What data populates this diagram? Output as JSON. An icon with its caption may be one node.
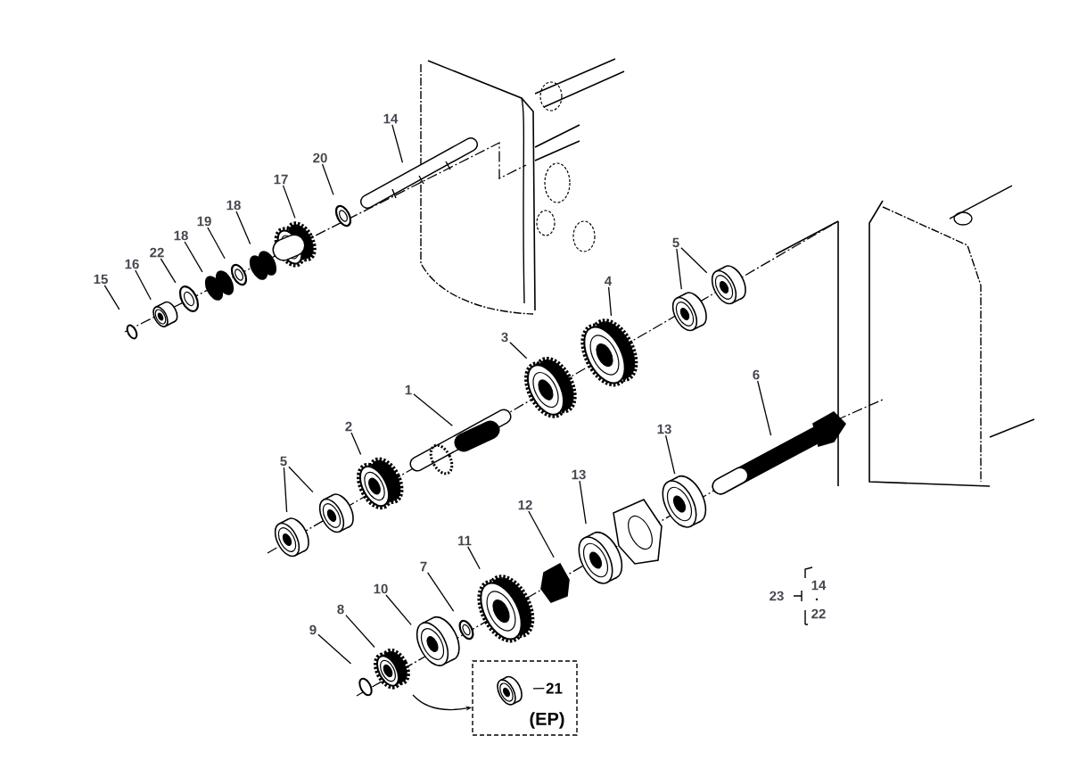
{
  "diagram": {
    "nodes": [
      {
        "text": [
          "14"
        ]
      },
      {
        "text": [
          "20"
        ]
      },
      {
        "text": [
          "17"
        ]
      },
      {
        "text": [
          "18"
        ]
      },
      {
        "text": [
          "19"
        ]
      },
      {
        "text": [
          "18"
        ]
      },
      {
        "text": [
          "22"
        ]
      },
      {
        "text": [
          "16"
        ]
      },
      {
        "text": [
          "15"
        ]
      },
      {
        "text": [
          "5"
        ]
      },
      {
        "text": [
          "4"
        ]
      },
      {
        "text": [
          "3"
        ]
      },
      {
        "text": [
          "6"
        ]
      },
      {
        "text": [
          "1"
        ]
      },
      {
        "text": [
          "2"
        ]
      },
      {
        "text": [
          "13"
        ]
      },
      {
        "text": [
          "5"
        ]
      },
      {
        "text": [
          "13"
        ]
      },
      {
        "text": [
          "12"
        ]
      },
      {
        "text": [
          "11"
        ]
      },
      {
        "text": [
          "7"
        ]
      },
      {
        "text": [
          "10"
        ]
      },
      {
        "text": [
          "8"
        ]
      },
      {
        "text": [
          "9"
        ]
      },
      {
        "text": [
          "(EP)"
        ]
      },
      {
        "text": [
          "21"
        ],
        "in": 24
      }
    ],
    "edges": [
      {
        "from": 0,
        "to": null,
        "arrow": "none"
      },
      {
        "from": 1,
        "to": null,
        "arrow": "none"
      },
      {
        "from": 2,
        "to": null,
        "arrow": "none"
      },
      {
        "from": 3,
        "to": null,
        "arrow": "none"
      },
      {
        "from": 4,
        "to": null,
        "arrow": "none"
      },
      {
        "from": 5,
        "to": null,
        "arrow": "none"
      },
      {
        "from": 6,
        "to": null,
        "arrow": "none"
      },
      {
        "from": 7,
        "to": null,
        "arrow": "none"
      },
      {
        "from": 8,
        "to": null,
        "arrow": "none"
      },
      {
        "from": 9,
        "to": null,
        "arrow": "none"
      },
      {
        "from": 9,
        "to": null,
        "arrow": "none"
      },
      {
        "from": 10,
        "to": null,
        "arrow": "none"
      },
      {
        "from": 11,
        "to": null,
        "arrow": "none"
      },
      {
        "from": 12,
        "to": null,
        "arrow": "none"
      },
      {
        "from": 13,
        "to": null,
        "arrow": "none"
      },
      {
        "from": 14,
        "to": null,
        "arrow": "none"
      },
      {
        "from": 15,
        "to": null,
        "arrow": "none"
      },
      {
        "from": 16,
        "to": null,
        "arrow": "none"
      },
      {
        "from": 16,
        "to": null,
        "arrow": "none"
      },
      {
        "from": 17,
        "to": null,
        "arrow": "none"
      },
      {
        "from": 18,
        "to": null,
        "arrow": "none"
      },
      {
        "from": 19,
        "to": null,
        "arrow": "none"
      },
      {
        "from": 20,
        "to": null,
        "arrow": "none"
      },
      {
        "from": 21,
        "to": null,
        "arrow": "none"
      },
      {
        "from": 22,
        "to": null,
        "arrow": "none"
      },
      {
        "from": 23,
        "to": null,
        "arrow": "none"
      },
      {
        "from": 25,
        "to": null,
        "arrow": "none"
      },
      {
        "from": null,
        "to": 24,
        "arrow": "to"
      }
    ],
    "labels": [
      "23",
      "14",
      "22"
    ]
  }
}
